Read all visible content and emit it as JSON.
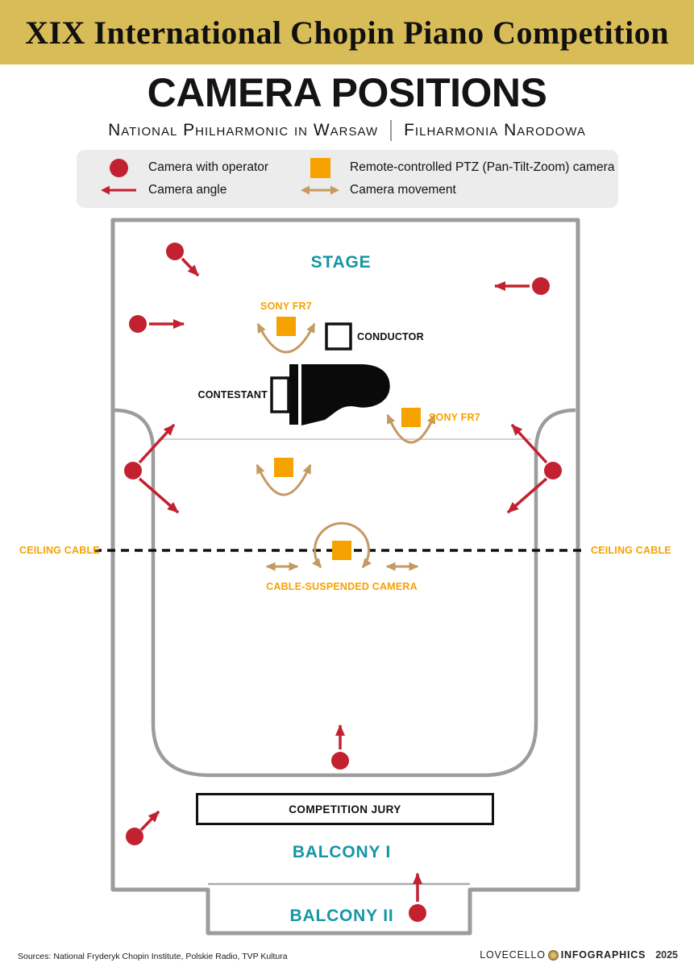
{
  "banner": {
    "title": "XIX International Chopin Piano Competition"
  },
  "heading": {
    "title": "CAMERA POSITIONS",
    "venue_en": "National Philharmonic in Warsaw",
    "venue_pl": "Filharmonia Narodowa"
  },
  "legend": {
    "items": [
      {
        "icon": "camera-with-operator",
        "label": "Camera with operator"
      },
      {
        "icon": "ptz-camera",
        "label": "Remote-controlled PTZ (Pan-Tilt-Zoom) camera"
      },
      {
        "icon": "camera-angle",
        "label": "Camera angle"
      },
      {
        "icon": "camera-movement",
        "label": "Camera movement"
      }
    ]
  },
  "diagram": {
    "stage": "STAGE",
    "sony_fr7": "SONY FR7",
    "conductor": "CONDUCTOR",
    "contestant": "CONTESTANT",
    "ceiling_cable": "CEILING CABLE",
    "cable_suspended_camera": "CABLE-SUSPENDED CAMERA",
    "competition_jury": "COMPETITION JURY",
    "balcony_1": "BALCONY I",
    "balcony_2": "BALCONY II"
  },
  "footer": {
    "sources": "Sources: National Fryderyk Chopin Institute, Polskie Radio, TVP Kultura",
    "brand_name": "LOVECELLO",
    "brand_suffix": "INFOGRAPHICS",
    "year": "2025"
  },
  "colors": {
    "gold": "#d8bc58",
    "red": "#c22130",
    "orange": "#f6a200",
    "tan": "#c49a63",
    "teal": "#1496a4",
    "wall": "#9c9c9c",
    "ink": "#121212",
    "legend_bg": "#ececec"
  }
}
